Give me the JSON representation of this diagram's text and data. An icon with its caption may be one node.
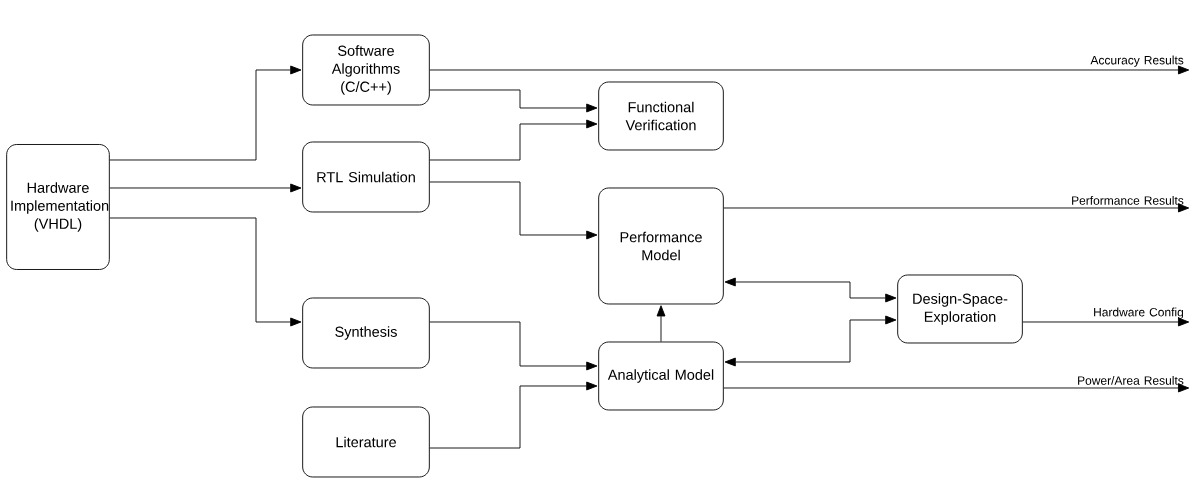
{
  "diagram": {
    "nodes": [
      {
        "text": [
          "Hardware Implementation (VHDL)"
        ]
      },
      {
        "text": [
          "Software Algorithms (C/C++)"
        ]
      },
      {
        "text": [
          "RTL Simulation"
        ]
      },
      {
        "text": [
          "Synthesis"
        ]
      },
      {
        "text": [
          "Literature"
        ]
      },
      {
        "text": [
          "Functional Verification"
        ]
      },
      {
        "text": [
          "Performance Model"
        ]
      },
      {
        "text": [
          "Analytical Model"
        ]
      },
      {
        "text": [
          "Design-Space-Exploration"
        ]
      }
    ],
    "edges": [
      {
        "from": 0,
        "to": 1,
        "arrow": "to"
      },
      {
        "from": 0,
        "to": 2,
        "arrow": "to"
      },
      {
        "from": 0,
        "to": 3,
        "arrow": "to"
      },
      {
        "from": 1,
        "to": 5,
        "arrow": "to"
      },
      {
        "from": 2,
        "to": 5,
        "arrow": "to"
      },
      {
        "from": 2,
        "to": 6,
        "arrow": "to"
      },
      {
        "from": 3,
        "to": 7,
        "arrow": "to"
      },
      {
        "from": 4,
        "to": 7,
        "arrow": "to"
      },
      {
        "from": 7,
        "to": 6,
        "arrow": "to"
      },
      {
        "from": 6,
        "to": 8,
        "arrow": "both"
      },
      {
        "from": 7,
        "to": 8,
        "arrow": "both"
      },
      {
        "from": 1,
        "to": null,
        "arrow": "to",
        "label": "Accuracy Results"
      },
      {
        "from": 6,
        "to": null,
        "arrow": "to",
        "label": "Performance Results"
      },
      {
        "from": 8,
        "to": null,
        "arrow": "to",
        "label": "Hardware Config"
      },
      {
        "from": 7,
        "to": null,
        "arrow": "to",
        "label": "Power/Area Results"
      }
    ]
  }
}
